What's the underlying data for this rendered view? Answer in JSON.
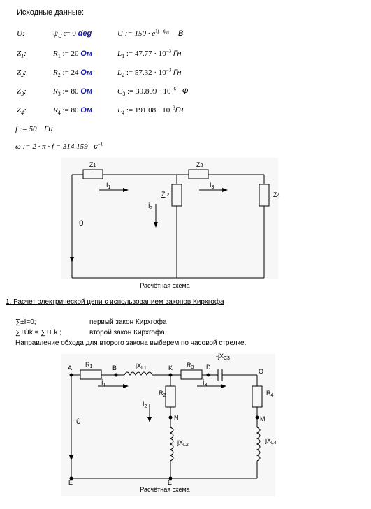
{
  "header": {
    "title": "Исходные данные:"
  },
  "params": {
    "u_label": "U:",
    "psi": "ψ",
    "psi_sub": "U",
    "psi_eq": ":= 0",
    "psi_unit": "deg",
    "u_value": "U := 150 · e",
    "u_exp": "1j · ψ",
    "u_exp_sub": "U",
    "u_unit": "В",
    "rows": [
      {
        "z": "Z",
        "z_sub": "1",
        "r": "R",
        "r_sub": "1",
        "r_val": ":= 20",
        "r_unit": "Ом",
        "x": "L",
        "x_sub": "1",
        "x_val": ":= 47.77 · 10",
        "x_exp": "−3",
        "x_unit": "Гн"
      },
      {
        "z": "Z",
        "z_sub": "2",
        "r": "R",
        "r_sub": "2",
        "r_val": ":= 24",
        "r_unit": "Ом",
        "x": "L",
        "x_sub": "2",
        "x_val": ":= 57.32 · 10",
        "x_exp": "−3",
        "x_unit": "Гн"
      },
      {
        "z": "Z",
        "z_sub": "3",
        "r": "R",
        "r_sub": "3",
        "r_val": ":= 80",
        "r_unit": "Ом",
        "x": "C",
        "x_sub": "3",
        "x_val": ":= 39.809 · 10",
        "x_exp": "−6",
        "x_unit": "Ф"
      },
      {
        "z": "Z",
        "z_sub": "4",
        "r": "R",
        "r_sub": "4",
        "r_val": ":= 80",
        "r_unit": "Ом",
        "x": "L",
        "x_sub": "4",
        "x_val": ":= 191.08 · 10",
        "x_exp": "−3",
        "x_unit": "Гн"
      }
    ],
    "f_eq": "f := 50",
    "f_unit": "Гц",
    "omega_eq": "ω := 2 · π · f = 314.159",
    "omega_unit": "c",
    "omega_exp": "−1"
  },
  "diagram1": {
    "z1": "Z",
    "z1_sub": "1",
    "z2": "Z",
    "z2_sub": "2",
    "z3": "Z",
    "z3_sub": "3",
    "z4": "Z",
    "z4_sub": "4",
    "i1": "İ",
    "i1_sub": "1",
    "i2": "İ",
    "i2_sub": "2",
    "i3": "İ",
    "i3_sub": "3",
    "u": "U̇",
    "caption": "Расчётная схема"
  },
  "section1": {
    "heading": "1. Расчет электрической цепи с использованием законов Кирхгофа",
    "law1_formula": "∑±İ=0;",
    "law1_desc": "первый закон Кирхгофа",
    "law2_formula": "∑±U̇k = ∑±Ėk ;",
    "law2_desc": "второй закон Кирхгофа",
    "direction": "Направление обхода для второго закона выберем по часовой стрелке."
  },
  "diagram2": {
    "nodes": {
      "a": "A",
      "b": "B",
      "k": "K",
      "d": "D",
      "o": "O",
      "n": "N",
      "m": "M",
      "e1": "E",
      "e2": "E"
    },
    "r1": "R",
    "r1_sub": "1",
    "r2": "R",
    "r2_sub": "2",
    "r3": "R",
    "r3_sub": "3",
    "r4": "R",
    "r4_sub": "4",
    "xl1": "jX",
    "xl1_sub": "L1",
    "xl2": "jX",
    "xl2_sub": "L2",
    "xl4": "jX",
    "xl4_sub": "L4",
    "xc3": "-jX",
    "xc3_sub": "C3",
    "i1": "İ",
    "i1_sub": "1",
    "i2": "İ",
    "i2_sub": "2",
    "i3": "İ",
    "i3_sub": "3",
    "u": "U̇",
    "caption": "Расчётная схема"
  }
}
